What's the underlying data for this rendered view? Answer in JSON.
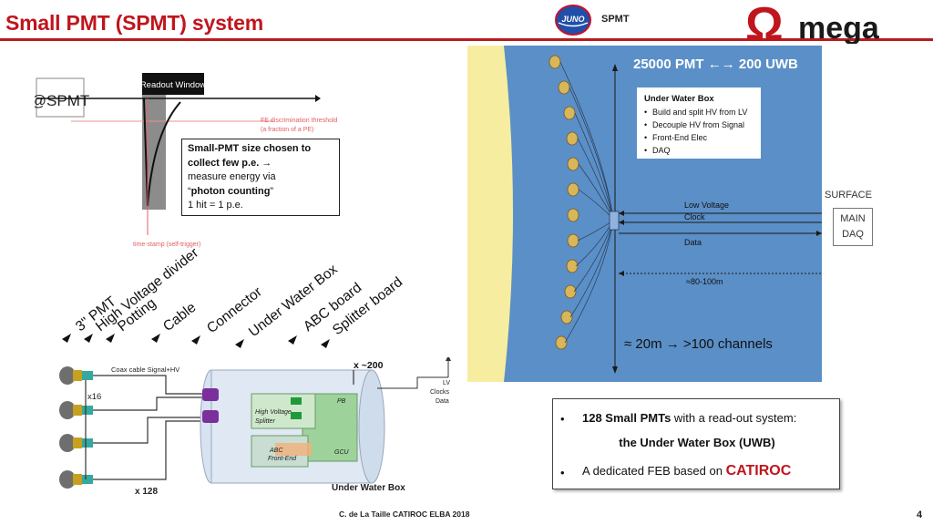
{
  "header": {
    "title": "Small PMT (SPMT) system",
    "juno_logo_text": "JUNO",
    "juno_label": "SPMT",
    "omega_logo_text": "mega"
  },
  "waveform": {
    "at_spmt": "@SPMT",
    "readout_window": "Readout Window",
    "fe_threshold_line1": "FE discrimination threshold",
    "fe_threshold_line2": "(a fraction of a PE)",
    "timestamp": "time-stamp (self-trigger)"
  },
  "callout": {
    "line1": "Small-PMT size chosen to",
    "line2": "collect few p.e. →",
    "line3": "measure energy via",
    "line4_open": "“",
    "line4_bold": "photon counting",
    "line4_close": "”",
    "line5": "1 hit = 1 p.e."
  },
  "component_labels": [
    "3\" PMT",
    "High Voltage divider",
    "Potting",
    "Cable",
    "Connector",
    "Under Water Box",
    "ABC board",
    "Splitter board"
  ],
  "tech_diagram": {
    "coax": "Coax cable Signal+HV",
    "x16": "x16",
    "x128": "x 128",
    "x200": "x ~200",
    "lv": "LV",
    "clocks": "Clocks",
    "data": "Data",
    "pb": "PB",
    "hv_splitter_line1": "High Voltage",
    "hv_splitter_line2": "Splitter",
    "abc_line1": "ABC",
    "abc_line2": "Front-End",
    "gcu": "GCU",
    "uwb": "Under Water Box"
  },
  "uwb_panel": {
    "headline": "25000 PMT ←→ 200 UWB",
    "box_title": "Under Water Box",
    "box_items": [
      "Build and split HV from LV",
      "Decouple HV from Signal",
      "Front-End Elec",
      "DAQ"
    ],
    "low_voltage": "Low Voltage",
    "clock": "Clock",
    "data": "Data",
    "distance": "≈80-100m",
    "channels": "≈ 20m → >100 channels"
  },
  "surface": {
    "label": "SURFACE",
    "main": "MAIN",
    "daq": "DAQ"
  },
  "summary": {
    "bullet": "•",
    "line1_bold": "128 Small PMTs",
    "line1_rest": " with a read-out system:",
    "line2": "the Under Water Box (UWB)",
    "line3_prefix": "A dedicated FEB based on ",
    "line3_highlight": "CATIROC"
  },
  "footer": {
    "text": "C. de La Taille  CATIROC ELBA 2018",
    "page": "4"
  },
  "colors": {
    "title_red": "#c0151d",
    "panel_blue": "#5b8fc7",
    "sand": "#f7eda0",
    "headline_white": "#ffffff"
  }
}
